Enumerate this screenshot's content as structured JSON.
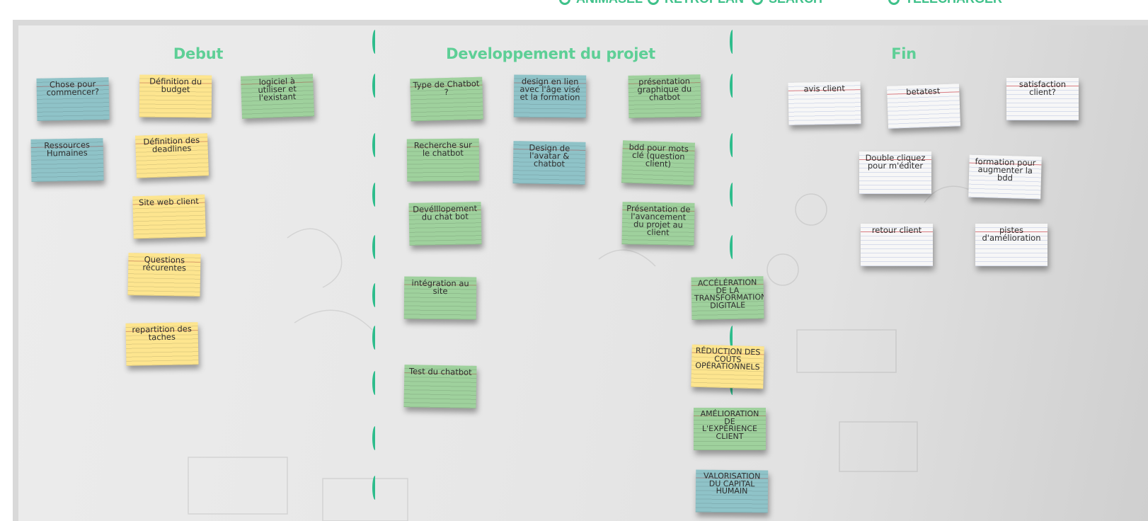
{
  "toolbar": {
    "items": [
      {
        "label": "ANIMASEL",
        "icon": "music-note-icon"
      },
      {
        "label": "RETROPLAN",
        "icon": "arrow-icon"
      },
      {
        "label": "SEARCH",
        "icon": "search-icon"
      },
      {
        "label": "TELECHARGER",
        "icon": "flag-icon"
      }
    ],
    "accent": "#3fc18a"
  },
  "board": {
    "columns": [
      {
        "title": "Debut"
      },
      {
        "title": "Developpement du projet"
      },
      {
        "title": "Fin"
      }
    ],
    "notes": [
      {
        "text": "Chose pour commencer?",
        "color": "teal"
      },
      {
        "text": "Définition du budget",
        "color": "yellow"
      },
      {
        "text": "logiciel à utiliser et l'existant",
        "color": "green"
      },
      {
        "text": "Ressources Humaines",
        "color": "teal"
      },
      {
        "text": "Définition des deadlines",
        "color": "yellow"
      },
      {
        "text": "Site web client",
        "color": "yellow"
      },
      {
        "text": "Questions récurentes",
        "color": "yellow"
      },
      {
        "text": "repartition des taches",
        "color": "yellow"
      },
      {
        "text": "Type de Chatbot ?",
        "color": "green"
      },
      {
        "text": "design en lien avec l'âge visé et la formation",
        "color": "teal"
      },
      {
        "text": "présentation graphique du chatbot",
        "color": "green"
      },
      {
        "text": "Recherche sur le chatbot",
        "color": "green"
      },
      {
        "text": "Design de l'avatar & chatbot",
        "color": "teal"
      },
      {
        "text": "bdd pour mots clé (question client)",
        "color": "green"
      },
      {
        "text": "Devélllopement du chat bot",
        "color": "green"
      },
      {
        "text": "Présentation de l'avancement du projet au client",
        "color": "green"
      },
      {
        "text": "intégration au site",
        "color": "green"
      },
      {
        "text": "ACCÉLÉRATION DE LA TRANSFORMATION DIGITALE",
        "color": "green"
      },
      {
        "text": "Test du chatbot",
        "color": "green"
      },
      {
        "text": "RÉDUCTION DES COÛTS OPÉRATIONNELS",
        "color": "yellow"
      },
      {
        "text": "AMÉLIORATION DE L'EXPÉRIENCE CLIENT",
        "color": "green"
      },
      {
        "text": "VALORISATION DU CAPITAL HUMAIN",
        "color": "teal"
      },
      {
        "text": "avis client",
        "color": "white"
      },
      {
        "text": "betatest",
        "color": "white"
      },
      {
        "text": "satisfaction client?",
        "color": "white"
      },
      {
        "text": "Double cliquez pour m'éditer",
        "color": "white"
      },
      {
        "text": "formation pour augmenter la bdd",
        "color": "white"
      },
      {
        "text": "retour client",
        "color": "white"
      },
      {
        "text": "pistes d'amélioration",
        "color": "white"
      }
    ]
  },
  "colors": {
    "title_green": "#5ecf96",
    "divider_green": "#2ebd8c",
    "teal": "#8fc3c8",
    "yellow": "#fde58f",
    "green": "#9fd19d",
    "white": "#f7f7f7"
  }
}
